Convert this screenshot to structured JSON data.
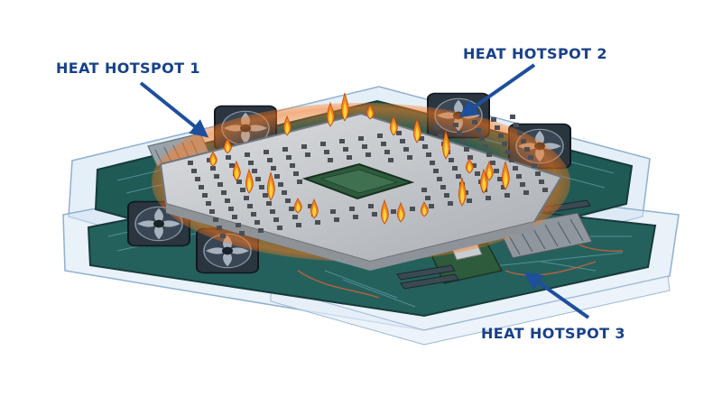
{
  "colors": {
    "label_blue": "#17418a",
    "arrow_blue": "#1d4f9c",
    "enclosure_fill": "#cfe1f2",
    "enclosure_stroke": "#8fb0cf",
    "board_green": "#1f5a55",
    "board_dark": "#173a3a",
    "heatsink_gray": "#c7c9cc",
    "chip_green": "#2f5b3d",
    "flame_orange": "#f08a1c",
    "flame_yellow": "#ffd23a",
    "fan_dark": "#2a3540"
  },
  "icons": {
    "fan": "cooling-fan-icon",
    "flame": "flame-icon",
    "chip": "processor-chip-icon",
    "arrow": "callout-arrow-icon"
  },
  "callouts": [
    {
      "label": "HEAT HOTSPOT 1"
    },
    {
      "label": "HEAT HOTSPOT 2"
    },
    {
      "label": "HEAT HOTSPOT 3"
    }
  ]
}
